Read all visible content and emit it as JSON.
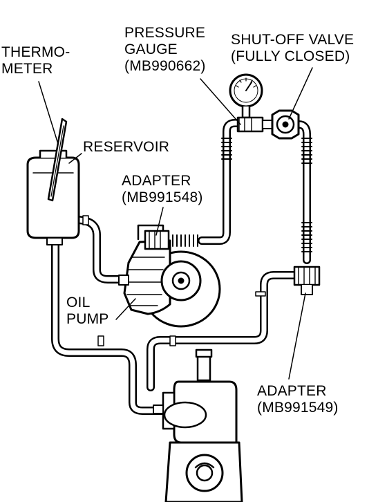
{
  "labels": {
    "thermometer": [
      "THERMO-",
      "METER"
    ],
    "reservoir": "RESERVOIR",
    "pressure_gauge": [
      "PRESSURE",
      "GAUGE",
      "(MB990662)"
    ],
    "shut_off_valve": [
      "SHUT-OFF VALVE",
      "(FULLY CLOSED)"
    ],
    "adapter_top": [
      "ADAPTER",
      "(MB991548)"
    ],
    "oil_pump": [
      "OIL",
      "PUMP"
    ],
    "adapter_bottom": [
      "ADAPTER",
      "(MB991549)"
    ]
  },
  "colors": {
    "ink": "#000000",
    "paper": "#ffffff",
    "shade": "#555555"
  }
}
